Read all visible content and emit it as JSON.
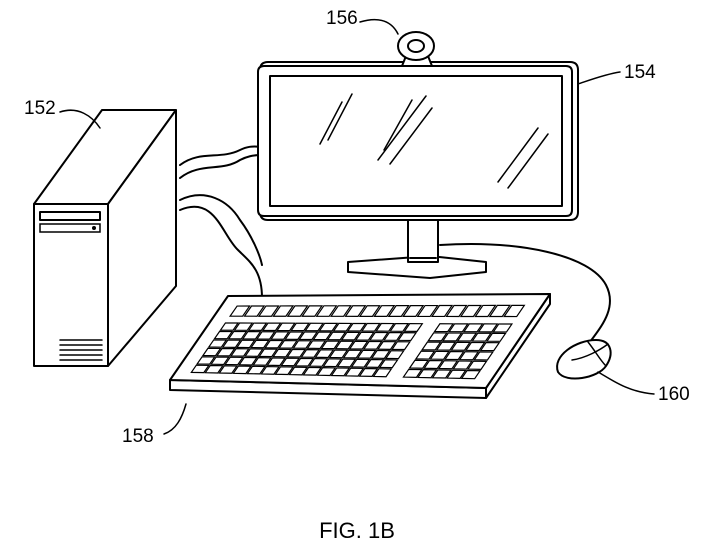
{
  "labels": {
    "tower": "152",
    "monitor": "154",
    "webcam": "156",
    "keyboard": "158",
    "mouse": "160"
  },
  "caption": "FIG. 1B"
}
